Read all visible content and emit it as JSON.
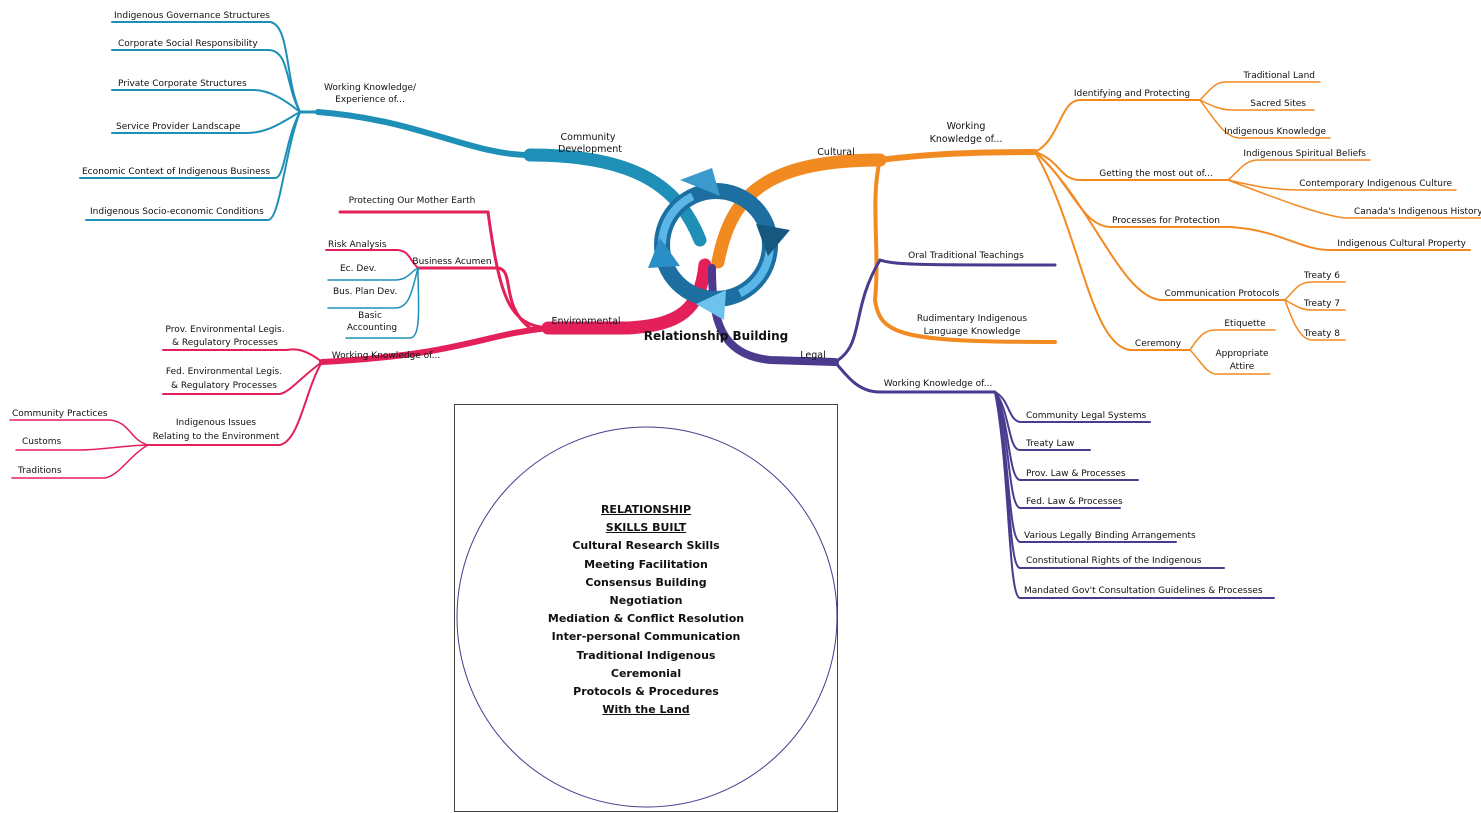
{
  "core": "Relationship Building",
  "colors": {
    "community": "#1e8fb6",
    "cultural": "#f28a22",
    "environmental": "#e3205a",
    "legal": "#4b3a8e",
    "cycle": "#1d6fa3"
  },
  "community": {
    "label_line1": "Community",
    "label_line2": "Development",
    "sub": {
      "line1": "Working Knowledge/",
      "line2": "Experience of...",
      "items": [
        "Indigenous Governance Structures",
        "Corporate Social Responsibility",
        "Private Corporate Structures",
        "Service Provider Landscape",
        "Economic Context of Indigenous Business",
        "Indigenous Socio-economic Conditions"
      ]
    }
  },
  "environmental": {
    "label": "Environmental",
    "protect": "Protecting Our Mother Earth",
    "business": {
      "label": "Business Acumen",
      "items": [
        "Risk Analysis",
        "Ec. Dev.",
        "Bus. Plan Dev."
      ],
      "basic_line1": "Basic",
      "basic_line2": "Accounting"
    },
    "working": {
      "label": "Working Knowledge of...",
      "prov_line1": "Prov. Environmental Legis.",
      "prov_line2": "& Regulatory Processes",
      "fed_line1": "Fed. Environmental Legis.",
      "fed_line2": "& Regulatory Processes",
      "issues_line1": "Indigenous Issues",
      "issues_line2": "Relating to the Environment",
      "issue_items": [
        "Community Practices",
        "Customs",
        "Traditions"
      ]
    }
  },
  "cultural": {
    "label": "Cultural",
    "working_line1": "Working",
    "working_line2": "Knowledge of...",
    "identifying": {
      "label": "Identifying and Protecting",
      "items": [
        "Traditional Land",
        "Sacred Sites",
        "Indigenous Knowledge"
      ]
    },
    "getting": {
      "label": "Getting the most out of...",
      "items": [
        "Indigenous Spiritual Beliefs",
        "Contemporary Indigenous Culture",
        "Canada's Indigenous History"
      ]
    },
    "processes": {
      "label": "Processes for Protection",
      "item": "Indigenous Cultural Property"
    },
    "communication": {
      "label": "Communication Protocols",
      "items": [
        "Treaty 6",
        "Treaty 7",
        "Treaty 8"
      ]
    },
    "ceremony": {
      "label": "Ceremony",
      "etiquette": "Etiquette",
      "attire_line1": "Appropriate",
      "attire_line2": "Attire"
    },
    "oral": "Oral Traditional Teachings",
    "language_line1": "Rudimentary Indigenous",
    "language_line2": "Language Knowledge"
  },
  "legal": {
    "label": "Legal",
    "working": "Working Knowledge of...",
    "items": [
      "Community Legal Systems",
      "Treaty Law",
      "Prov. Law & Processes",
      "Fed. Law & Processes",
      "Various Legally Binding Arrangements",
      "Constitutional Rights of the Indigenous",
      "Mandated Gov't Consultation Guidelines & Processes"
    ]
  },
  "skills": {
    "heading1": "RELATIONSHIP",
    "heading2": "SKILLS BUILT",
    "items": [
      "Cultural Research Skills",
      "Meeting Facilitation",
      "Consensus Building",
      "Negotiation",
      "Mediation & Conflict Resolution",
      "Inter-personal Communication",
      "Traditional Indigenous",
      "Ceremonial",
      "Protocols & Procedures",
      "With the Land"
    ]
  }
}
